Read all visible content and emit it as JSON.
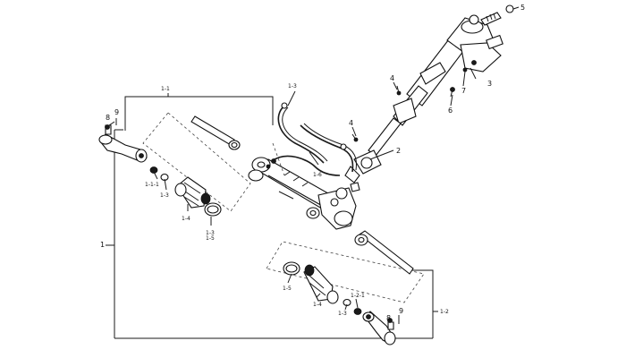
{
  "labels": {
    "l1": "1",
    "l1_1": "1-1",
    "l1_2": "1-2",
    "l1_3a": "1-3",
    "l1_3b": "1-3",
    "l1_3c": "1-3",
    "l1_3d": "1-3",
    "l1_4a": "1-4",
    "l1_4b": "1-4",
    "l1_5a": "1-5",
    "l1_5b": "1-5",
    "l1_6": "1-6",
    "l1_1_1a": "1-1-1",
    "l1_1_1b": "1-2-1",
    "l2": "2",
    "l3": "3",
    "l4a": "4",
    "l4b": "4",
    "l5": "5",
    "l6": "6",
    "l7": "7",
    "l8a": "8",
    "l8b": "8",
    "l9a": "9",
    "l9b": "9"
  },
  "colors": {
    "line": "#1a1a1a",
    "background": "#ffffff"
  }
}
